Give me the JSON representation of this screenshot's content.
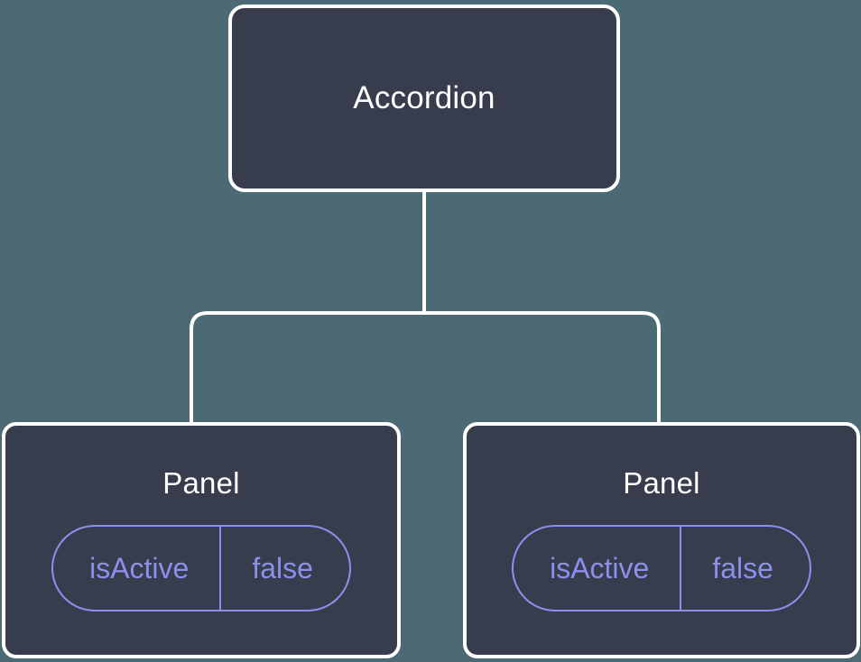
{
  "canvas": {
    "background_color": "#4c6a73",
    "node_fill_color": "#373d4c",
    "node_border_color": "#ffffff",
    "connector_color": "#ffffff",
    "prop_accent_color": "#8b90ef",
    "title_text_color": "#ffffff"
  },
  "tree": {
    "root": {
      "title": "Accordion"
    },
    "children": [
      {
        "title": "Panel",
        "props": [
          {
            "key": "isActive",
            "value": "false"
          }
        ]
      },
      {
        "title": "Panel",
        "props": [
          {
            "key": "isActive",
            "value": "false"
          }
        ]
      }
    ]
  }
}
